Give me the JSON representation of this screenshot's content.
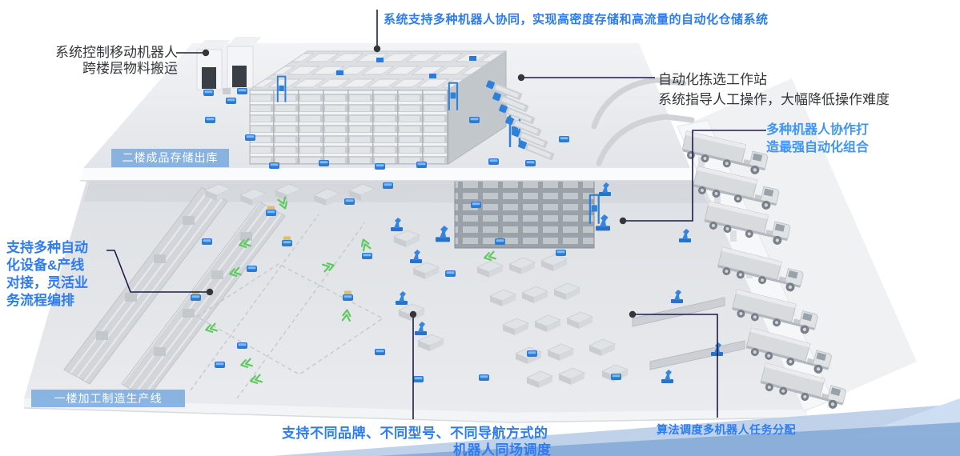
{
  "scene": {
    "title_note": "automated warehouse isometric diagram",
    "badges": {
      "floor2": "二楼成品存储出库",
      "floor1": "一楼加工制造生产线"
    },
    "callouts": {
      "top": "系统支持多种机器人协同，实现高密度存储和高流量的自动化仓储系统",
      "top_left_line1": "系统控制移动机器人",
      "top_left_line2": "跨楼层物料搬运",
      "station_line1": "自动化拣选工作站",
      "station_line2": "系统指导人工操作，大幅降低操作难度",
      "right_line1": "多种机器人协作打",
      "right_line2": "造最强自动化组合",
      "left_line1": "支持多种自动",
      "left_line2": "化设备&产线",
      "left_line3": "对接，灵活业",
      "left_line4": "务流程编排",
      "bottom_center_line1": "支持不同品牌、不同型号、不同导航方式的",
      "bottom_center_line2": "机器人同场调度",
      "bottom_right": "算法调度多机器人任务分配"
    },
    "colors": {
      "accent_blue_bold": "#2e7cf0",
      "accent_blue_light": "#3e95f6",
      "badge_bg": "#80afe0",
      "text_dark": "#333538",
      "callout_line": "#1c1c47",
      "robot_blue": "#2b7ad4",
      "arrow_green": "#5fc95f",
      "floor_gray": "#e6e9ec",
      "rack_gray": "#c9ced3",
      "ribbon_blue": "#8fb3dc"
    }
  }
}
